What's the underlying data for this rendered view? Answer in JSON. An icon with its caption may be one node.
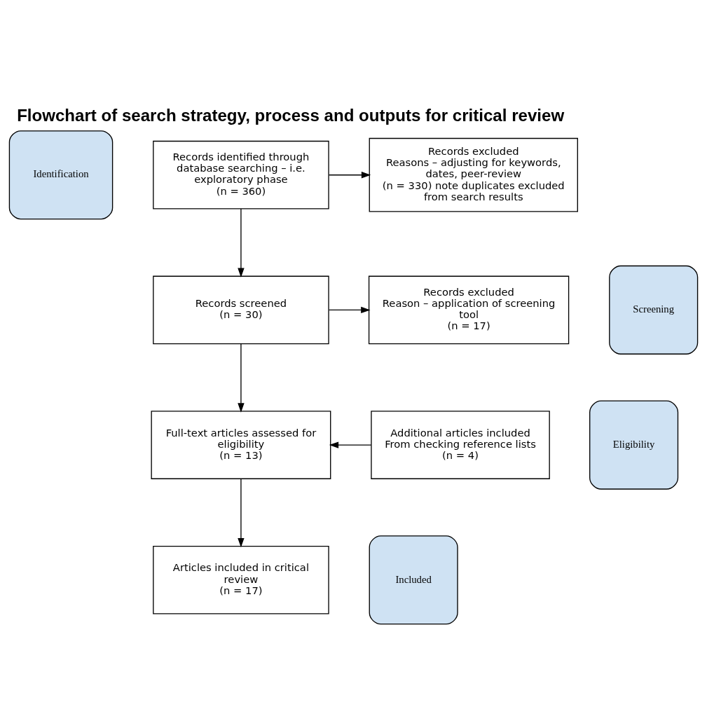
{
  "diagram": {
    "title": "Flowchart of search strategy, process and outputs for critical review",
    "nodes": [
      {
        "text": [
          "Identification"
        ]
      },
      {
        "text": [
          "Records identified through database searching – i.e. exploratory phase",
          "(n = 360)"
        ]
      },
      {
        "text": [
          "Records excluded",
          "Reasons – adjusting for keywords, dates, peer-review",
          "(n = 330) note duplicates excluded from search results"
        ]
      },
      {
        "text": [
          "Screening"
        ]
      },
      {
        "text": [
          "Records screened",
          "(n = 30)"
        ]
      },
      {
        "text": [
          "Records excluded",
          "Reason – application of screening tool",
          "(n = 17)"
        ]
      },
      {
        "text": [
          "Eligibility"
        ]
      },
      {
        "text": [
          "Full-text articles assessed for eligibility",
          "(n = 13)"
        ]
      },
      {
        "text": [
          "Additional articles included",
          "From checking reference lists",
          "(n = 4)"
        ]
      },
      {
        "text": [
          "Included"
        ]
      },
      {
        "text": [
          "Articles included in critical review",
          "(n = 17)"
        ]
      }
    ],
    "edges": [
      {
        "from": 1,
        "to": 2,
        "arrow": "to"
      },
      {
        "from": 1,
        "to": 4,
        "arrow": "to"
      },
      {
        "from": 4,
        "to": 5,
        "arrow": "to"
      },
      {
        "from": 4,
        "to": 7,
        "arrow": "to"
      },
      {
        "from": 8,
        "to": 7,
        "arrow": "to"
      },
      {
        "from": 7,
        "to": 10,
        "arrow": "to"
      }
    ]
  }
}
